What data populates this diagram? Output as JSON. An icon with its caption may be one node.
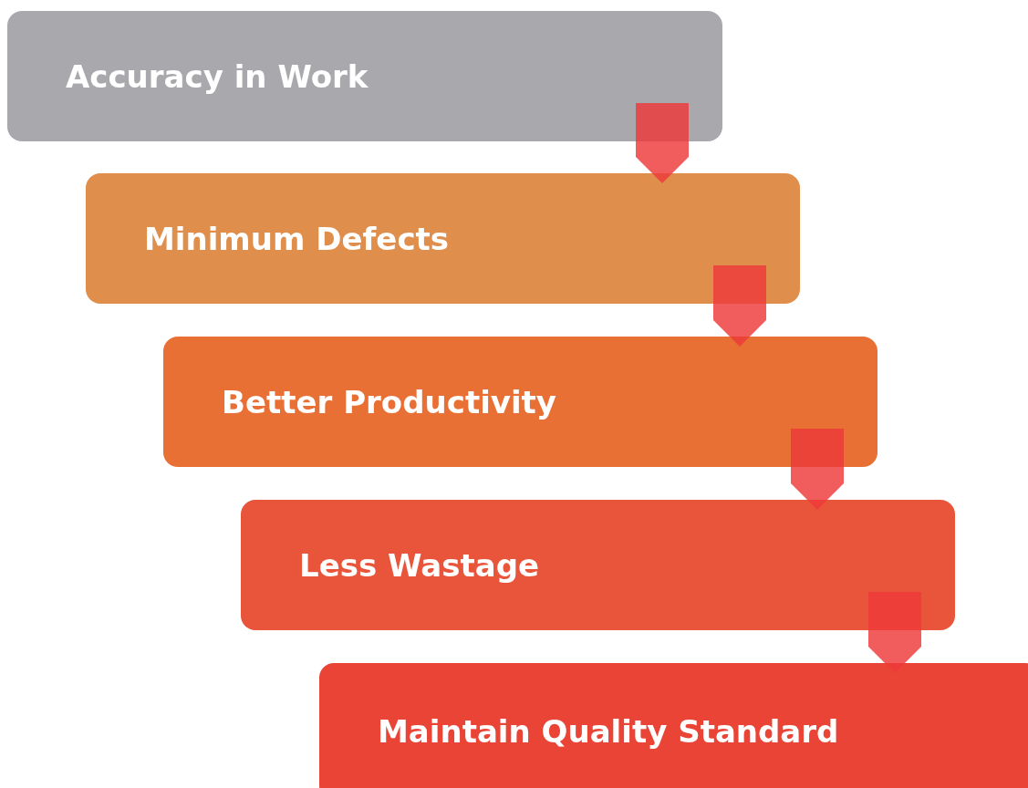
{
  "diagram": {
    "nodes": [
      {
        "text": [
          "Accuracy in Work"
        ]
      },
      {
        "text": [
          "Minimum Defects"
        ]
      },
      {
        "text": [
          "Better Productivity"
        ]
      },
      {
        "text": [
          "Less Wastage"
        ]
      },
      {
        "text": [
          "Maintain Quality Standard"
        ]
      }
    ],
    "edges": [
      {
        "from": 0,
        "to": 1,
        "arrow": "to"
      },
      {
        "from": 1,
        "to": 2,
        "arrow": "to"
      },
      {
        "from": 2,
        "to": 3,
        "arrow": "to"
      },
      {
        "from": 3,
        "to": 4,
        "arrow": "to"
      }
    ]
  }
}
